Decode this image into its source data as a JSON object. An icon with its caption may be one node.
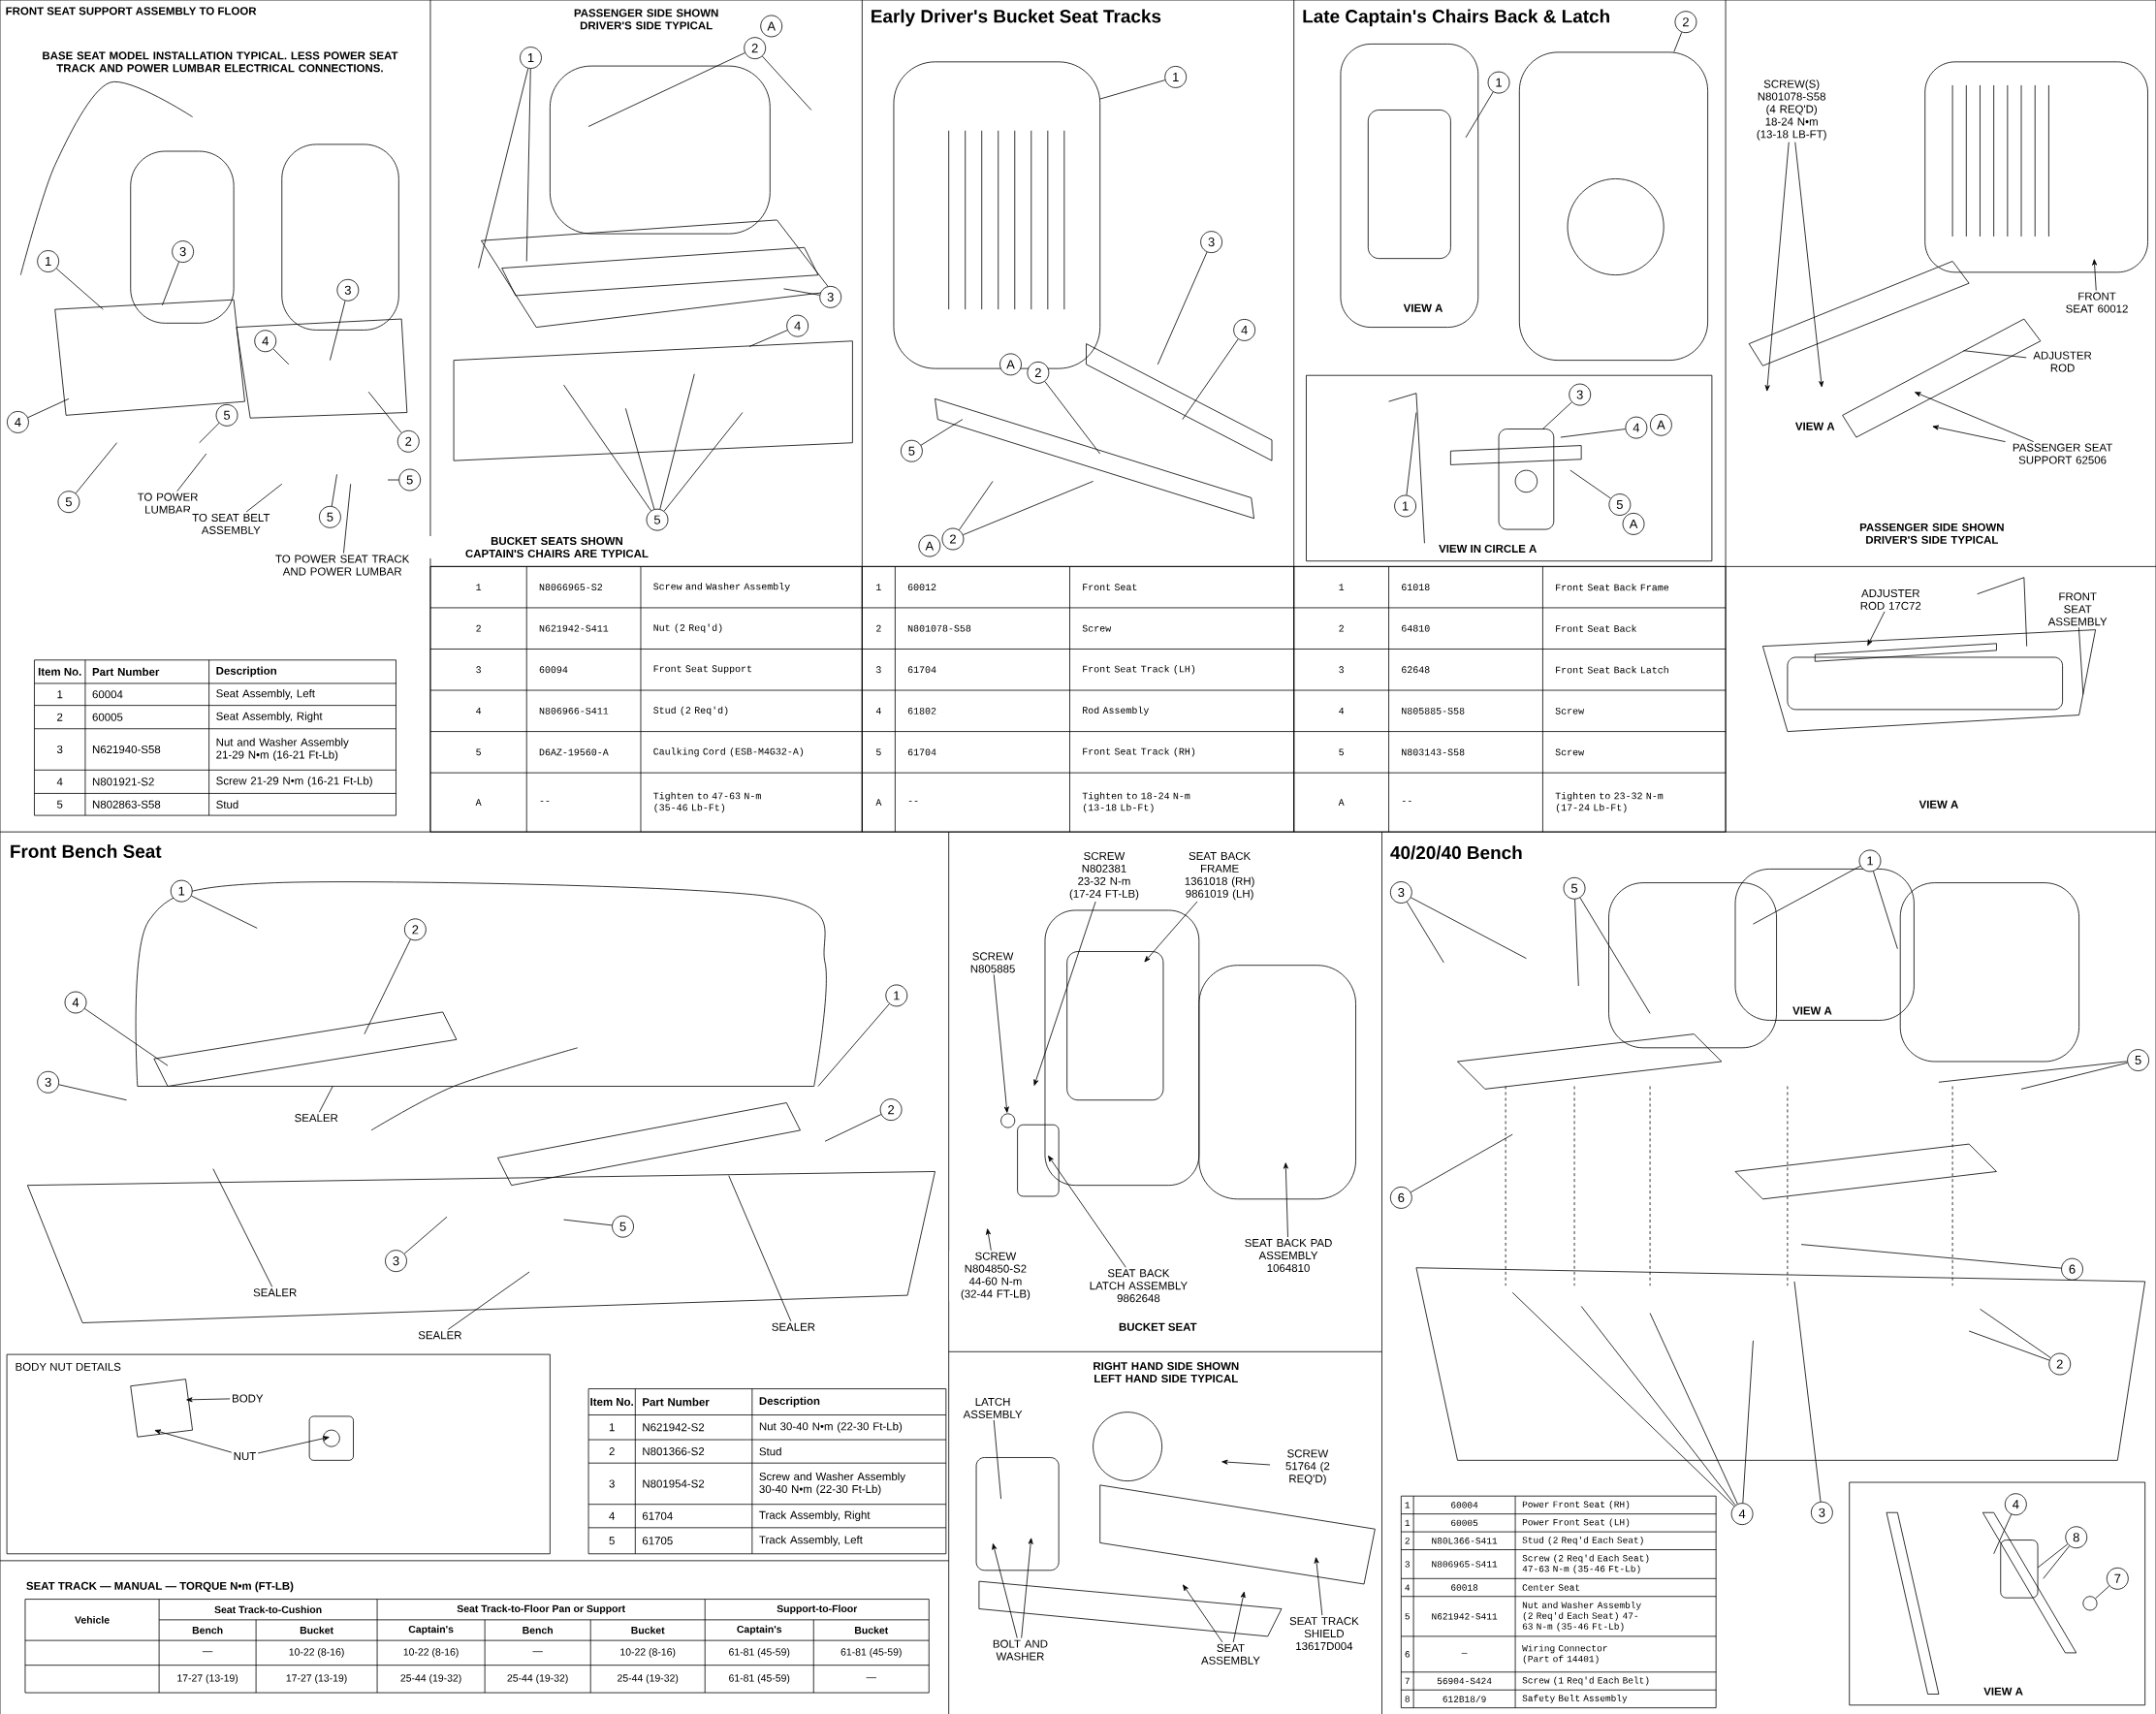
{
  "diagram": {
    "nodes": [
      {
        "text": [
          "1"
        ]
      },
      {
        "text": [
          "3"
        ]
      },
      {
        "text": [
          "4"
        ]
      },
      {
        "text": [
          "4"
        ]
      },
      {
        "text": [
          "3"
        ]
      },
      {
        "text": [
          "5"
        ]
      },
      {
        "text": [
          "2"
        ]
      },
      {
        "text": [
          "5"
        ]
      },
      {
        "text": [
          "5"
        ]
      },
      {
        "text": [
          "5"
        ]
      },
      {
        "text": [
          "TO POWER LUMBAR"
        ]
      },
      {
        "text": [
          "TO SEAT BELT ASSEMBLY"
        ]
      },
      {
        "text": [
          "TO POWER SEAT TRACK AND POWER LUMBAR"
        ]
      },
      {
        "text": [
          "1"
        ]
      },
      {
        "text": [
          "A"
        ]
      },
      {
        "text": [
          "2"
        ]
      },
      {
        "text": [
          "3"
        ]
      },
      {
        "text": [
          "4"
        ]
      },
      {
        "text": [
          "5"
        ]
      },
      {
        "text": [
          "1"
        ]
      },
      {
        "text": [
          "3"
        ]
      },
      {
        "text": [
          "4"
        ]
      },
      {
        "text": [
          "A"
        ]
      },
      {
        "text": [
          "2"
        ]
      },
      {
        "text": [
          "5"
        ]
      },
      {
        "text": [
          "A"
        ]
      },
      {
        "text": [
          "2"
        ]
      },
      {
        "text": [
          "1"
        ]
      },
      {
        "text": [
          "2"
        ]
      },
      {
        "text": [
          "3"
        ]
      },
      {
        "text": [
          "4"
        ]
      },
      {
        "text": [
          "A"
        ]
      },
      {
        "text": [
          "1"
        ]
      },
      {
        "text": [
          "5"
        ]
      },
      {
        "text": [
          "A"
        ]
      },
      {
        "text": [
          "SCREW(S) N801078-S58 (4 REQ'D) 18-24 N•m (13-18 LB-FT)"
        ]
      },
      {
        "text": [
          "FRONT SEAT 60012"
        ]
      },
      {
        "text": [
          "ADJUSTER ROD"
        ]
      },
      {
        "text": [
          "PASSENGER SEAT SUPPORT 62506"
        ]
      },
      {
        "text": [
          "ADJUSTER ROD 17C72"
        ]
      },
      {
        "text": [
          "FRONT SEAT ASSEMBLY"
        ]
      },
      {
        "text": [
          "1"
        ]
      },
      {
        "text": [
          "2"
        ]
      },
      {
        "text": [
          "4"
        ]
      },
      {
        "text": [
          "1"
        ]
      },
      {
        "text": [
          "3"
        ]
      },
      {
        "text": [
          "2"
        ]
      },
      {
        "text": [
          "3"
        ]
      },
      {
        "text": [
          "5"
        ]
      },
      {
        "text": [
          "SEALER"
        ]
      },
      {
        "text": [
          "SEALER"
        ]
      },
      {
        "text": [
          "SEALER"
        ]
      },
      {
        "text": [
          "SEALER"
        ]
      },
      {
        "text": [
          "BODY"
        ]
      },
      {
        "text": [
          "NUT"
        ]
      },
      {
        "text": [
          "SCREW N802381 23-32 N-m (17-24 FT-LB)"
        ]
      },
      {
        "text": [
          "SEAT BACK FRAME 1361018 (RH) 9861019 (LH)"
        ]
      },
      {
        "text": [
          "SCREW N805885"
        ]
      },
      {
        "text": [
          "SCREW N804850-S2 44-60 N-m (32-44 FT-LB)"
        ]
      },
      {
        "text": [
          "SEAT BACK LATCH ASSEMBLY 9862648"
        ]
      },
      {
        "text": [
          "SEAT BACK PAD ASSEMBLY 1064810"
        ]
      },
      {
        "text": [
          "LATCH ASSEMBLY"
        ]
      },
      {
        "text": [
          "SCREW 51764 (2 REQ'D)"
        ]
      },
      {
        "text": [
          "BOLT AND WASHER"
        ]
      },
      {
        "text": [
          "SEAT ASSEMBLY"
        ]
      },
      {
        "text": [
          "SEAT TRACK SHIELD 13617D004"
        ]
      },
      {
        "text": [
          "3"
        ]
      },
      {
        "text": [
          "5"
        ]
      },
      {
        "text": [
          "1"
        ]
      },
      {
        "text": [
          "5"
        ]
      },
      {
        "text": [
          "6"
        ]
      },
      {
        "text": [
          "6"
        ]
      },
      {
        "text": [
          "2"
        ]
      },
      {
        "text": [
          "3"
        ]
      },
      {
        "text": [
          "4"
        ]
      },
      {
        "text": [
          "4"
        ]
      },
      {
        "text": [
          "8"
        ]
      },
      {
        "text": [
          "7"
        ]
      },
      {
        "text": [],
        "shape": "box"
      },
      {
        "text": [],
        "shape": "circle"
      },
      {
        "text": [],
        "shape": "circle"
      }
    ],
    "edges": [
      {
        "from": 0,
        "to": null,
        "arrow": "none"
      },
      {
        "from": 1,
        "to": null,
        "arrow": "none"
      },
      {
        "from": 2,
        "to": null,
        "arrow": "none"
      },
      {
        "from": 3,
        "to": null,
        "arrow": "none"
      },
      {
        "from": 4,
        "to": null,
        "arrow": "none"
      },
      {
        "from": 5,
        "to": null,
        "arrow": "none"
      },
      {
        "from": 6,
        "to": null,
        "arrow": "none"
      },
      {
        "from": 7,
        "to": null,
        "arrow": "none"
      },
      {
        "from": 8,
        "to": null,
        "arrow": "none"
      },
      {
        "from": 9,
        "to": null,
        "arrow": "none"
      },
      {
        "from": 10,
        "to": null,
        "arrow": "none"
      },
      {
        "from": 11,
        "to": null,
        "arrow": "none"
      },
      {
        "from": 12,
        "to": null,
        "arrow": "none"
      },
      {
        "from": 13,
        "to": null,
        "arrow": "none"
      },
      {
        "from": 13,
        "to": null,
        "arrow": "none"
      },
      {
        "from": 15,
        "to": null,
        "arrow": "none"
      },
      {
        "from": 15,
        "to": null,
        "arrow": "none"
      },
      {
        "from": 16,
        "to": null,
        "arrow": "none"
      },
      {
        "from": 17,
        "to": null,
        "arrow": "none"
      },
      {
        "from": 18,
        "to": null,
        "arrow": "none"
      },
      {
        "from": 18,
        "to": null,
        "arrow": "none"
      },
      {
        "from": 18,
        "to": null,
        "arrow": "none"
      },
      {
        "from": 18,
        "to": null,
        "arrow": "none"
      },
      {
        "from": 19,
        "to": null,
        "arrow": "none"
      },
      {
        "from": 20,
        "to": null,
        "arrow": "none"
      },
      {
        "from": 21,
        "to": null,
        "arrow": "none"
      },
      {
        "from": 23,
        "to": null,
        "arrow": "none"
      },
      {
        "from": 24,
        "to": null,
        "arrow": "none"
      },
      {
        "from": 26,
        "to": null,
        "arrow": "none"
      },
      {
        "from": 26,
        "to": null,
        "arrow": "none"
      },
      {
        "from": 27,
        "to": null,
        "arrow": "none"
      },
      {
        "from": 28,
        "to": 78,
        "arrow": "none"
      },
      {
        "from": 29,
        "to": null,
        "arrow": "none"
      },
      {
        "from": 30,
        "to": null,
        "arrow": "none"
      },
      {
        "from": 32,
        "to": null,
        "arrow": "none"
      },
      {
        "from": 33,
        "to": null,
        "arrow": "none"
      },
      {
        "from": 35,
        "to": null,
        "arrow": "to"
      },
      {
        "from": 35,
        "to": null,
        "arrow": "to"
      },
      {
        "from": 36,
        "to": null,
        "arrow": "to"
      },
      {
        "from": 37,
        "to": null,
        "arrow": "none"
      },
      {
        "from": 38,
        "to": null,
        "arrow": "to"
      },
      {
        "from": 38,
        "to": null,
        "arrow": "to"
      },
      {
        "from": 39,
        "to": null,
        "arrow": "to"
      },
      {
        "from": 40,
        "to": null,
        "arrow": "none"
      },
      {
        "from": 41,
        "to": null,
        "arrow": "none"
      },
      {
        "from": 42,
        "to": null,
        "arrow": "none"
      },
      {
        "from": 43,
        "to": null,
        "arrow": "none"
      },
      {
        "from": 44,
        "to": null,
        "arrow": "none"
      },
      {
        "from": 45,
        "to": null,
        "arrow": "none"
      },
      {
        "from": 46,
        "to": null,
        "arrow": "none"
      },
      {
        "from": 47,
        "to": null,
        "arrow": "none"
      },
      {
        "from": 48,
        "to": null,
        "arrow": "none"
      },
      {
        "from": 49,
        "to": null,
        "arrow": "none"
      },
      {
        "from": 50,
        "to": null,
        "arrow": "none"
      },
      {
        "from": 51,
        "to": null,
        "arrow": "none"
      },
      {
        "from": 52,
        "to": null,
        "arrow": "none"
      },
      {
        "from": 53,
        "to": null,
        "arrow": "to"
      },
      {
        "from": 54,
        "to": null,
        "arrow": "to"
      },
      {
        "from": 54,
        "to": null,
        "arrow": "to"
      },
      {
        "from": 55,
        "to": null,
        "arrow": "to"
      },
      {
        "from": 56,
        "to": null,
        "arrow": "to"
      },
      {
        "from": 57,
        "to": 79,
        "arrow": "to"
      },
      {
        "from": 58,
        "to": null,
        "arrow": "to"
      },
      {
        "from": 59,
        "to": null,
        "arrow": "to"
      },
      {
        "from": 60,
        "to": null,
        "arrow": "to"
      },
      {
        "from": 61,
        "to": null,
        "arrow": "none"
      },
      {
        "from": 62,
        "to": null,
        "arrow": "to"
      },
      {
        "from": 63,
        "to": null,
        "arrow": "to"
      },
      {
        "from": 63,
        "to": null,
        "arrow": "to"
      },
      {
        "from": 64,
        "to": null,
        "arrow": "to"
      },
      {
        "from": 64,
        "to": null,
        "arrow": "to"
      },
      {
        "from": 65,
        "to": null,
        "arrow": "to"
      },
      {
        "from": 66,
        "to": null,
        "arrow": "none"
      },
      {
        "from": 66,
        "to": null,
        "arrow": "none"
      },
      {
        "from": 67,
        "to": null,
        "arrow": "none"
      },
      {
        "from": 67,
        "to": null,
        "arrow": "none"
      },
      {
        "from": 68,
        "to": null,
        "arrow": "none"
      },
      {
        "from": 68,
        "to": null,
        "arrow": "none"
      },
      {
        "from": 69,
        "to": null,
        "arrow": "none"
      },
      {
        "from": 69,
        "to": null,
        "arrow": "none"
      },
      {
        "from": 70,
        "to": null,
        "arrow": "none"
      },
      {
        "from": 71,
        "to": null,
        "arrow": "none"
      },
      {
        "from": 72,
        "to": null,
        "arrow": "none"
      },
      {
        "from": 72,
        "to": null,
        "arrow": "none"
      },
      {
        "from": 73,
        "to": null,
        "arrow": "none"
      },
      {
        "from": 74,
        "to": null,
        "arrow": "none"
      },
      {
        "from": 74,
        "to": null,
        "arrow": "none"
      },
      {
        "from": 74,
        "to": null,
        "arrow": "none"
      },
      {
        "from": 74,
        "to": null,
        "arrow": "none"
      },
      {
        "from": 75,
        "to": null,
        "arrow": "none"
      },
      {
        "from": 76,
        "to": null,
        "arrow": "none"
      },
      {
        "from": 76,
        "to": null,
        "arrow": "none"
      },
      {
        "from": 77,
        "to": 80,
        "arrow": "none"
      }
    ],
    "labels": [
      "FRONT SEAT SUPPORT ASSEMBLY TO FLOOR",
      "BASE SEAT MODEL INSTALLATION TYPICAL. LESS POWER SEAT TRACK AND POWER LUMBAR ELECTRICAL CONNECTIONS.",
      "Item No.",
      "Part Number",
      "Description",
      "1",
      "60004",
      "Seat Assembly, Left",
      "2",
      "60005",
      "Seat Assembly, Right",
      "3",
      "N621940-S58",
      "Nut and Washer Assembly 21-29 N•m (16-21 Ft-Lb)",
      "4",
      "N801921-S2",
      "Screw 21-29 N•m (16-21 Ft-Lb)",
      "5",
      "N802863-S58",
      "Stud",
      "PASSENGER SIDE SHOWN DRIVER'S SIDE TYPICAL",
      "BUCKET SEATS SHOWN CAPTAIN'S CHAIRS ARE TYPICAL",
      "Early Driver's Bucket Seat Tracks",
      "Late Captain's Chairs Back & Latch",
      "VIEW A",
      "VIEW IN CIRCLE A",
      "VIEW A",
      "PASSENGER SIDE SHOWN DRIVER'S SIDE TYPICAL",
      "VIEW A",
      "1",
      "N8066965-S2",
      "Screw and Washer Assembly",
      "2",
      "N621942-S411",
      "Nut (2 Req'd)",
      "3",
      "60094",
      "Front Seat Support",
      "4",
      "N806966-S411",
      "Stud (2 Req'd)",
      "5",
      "D6AZ-19560-A",
      "Caulking Cord (ESB-M4G32-A)",
      "A",
      "--",
      "Tighten to 47-63 N-m (35-46 Lb-Ft)",
      "1",
      "60012",
      "Front Seat",
      "2",
      "N801078-S58",
      "Screw",
      "3",
      "61704",
      "Front Seat Track (LH)",
      "4",
      "61802",
      "Rod Assembly",
      "5",
      "61704",
      "Front Seat Track (RH)",
      "A",
      "--",
      "Tighten to 18-24 N-m (13-18 Lb-Ft)",
      "1",
      "61018",
      "Front Seat Back Frame",
      "2",
      "64810",
      "Front Seat Back",
      "3",
      "62648",
      "Front Seat Back Latch",
      "4",
      "N805885-S58",
      "Screw",
      "5",
      "N803143-S58",
      "Screw",
      "A",
      "--",
      "Tighten to 23-32 N-m (17-24 Lb-Ft)",
      "Front Bench Seat",
      "BODY NUT DETAILS",
      "Item No.",
      "Part Number",
      "Description",
      "1",
      "N621942-S2",
      "Nut 30-40 N•m (22-30 Ft-Lb)",
      "2",
      "N801366-S2",
      "Stud",
      "3",
      "N801954-S2",
      "Screw and Washer Assembly 30-40 N•m (22-30 Ft-Lb)",
      "4",
      "61704",
      "Track Assembly, Right",
      "5",
      "61705",
      "Track Assembly, Left",
      "SEAT TRACK — MANUAL — TORQUE N•m (FT-LB)",
      "Vehicle",
      "Seat Track-to-Cushion",
      "Seat Track-to-Floor Pan or Support",
      "Support-to-Floor",
      "Bench",
      "Bucket",
      "Captain's",
      "Bench",
      "Bucket",
      "Captain's",
      "Bucket",
      "—",
      "10-22 (8-16)",
      "10-22 (8-16)",
      "—",
      "10-22 (8-16)",
      "61-81 (45-59)",
      "61-81 (45-59)",
      "17-27 (13-19)",
      "17-27 (13-19)",
      "25-44 (19-32)",
      "25-44 (19-32)",
      "25-44 (19-32)",
      "61-81 (45-59)",
      "—",
      "BUCKET SEAT",
      "RIGHT HAND SIDE SHOWN LEFT HAND SIDE TYPICAL",
      "40/20/40 Bench",
      "VIEW A",
      "1",
      "60004",
      "Power Front Seat (RH)",
      "1",
      "60005",
      "Power Front Seat (LH)",
      "2",
      "N80L366-S411",
      "Stud (2 Req'd Each Seat)",
      "3",
      "N806965-S411",
      "Screw (2 Req'd Each Seat) 47-63 N-m (35-46 Ft-Lb)",
      "4",
      "60018",
      "Center Seat",
      "5",
      "N621942-S411",
      "Nut and Washer Assembly (2 Req'd Each Seat) 47-63 N-m (35-46 Ft-Lb)",
      "6",
      "—",
      "Wiring Connector (Part of 14401)",
      "7",
      "56904-S424",
      "Screw (1 Req'd Each Belt)",
      "8",
      "612B18/9",
      "Safety Belt Assembly",
      "VIEW A"
    ]
  }
}
